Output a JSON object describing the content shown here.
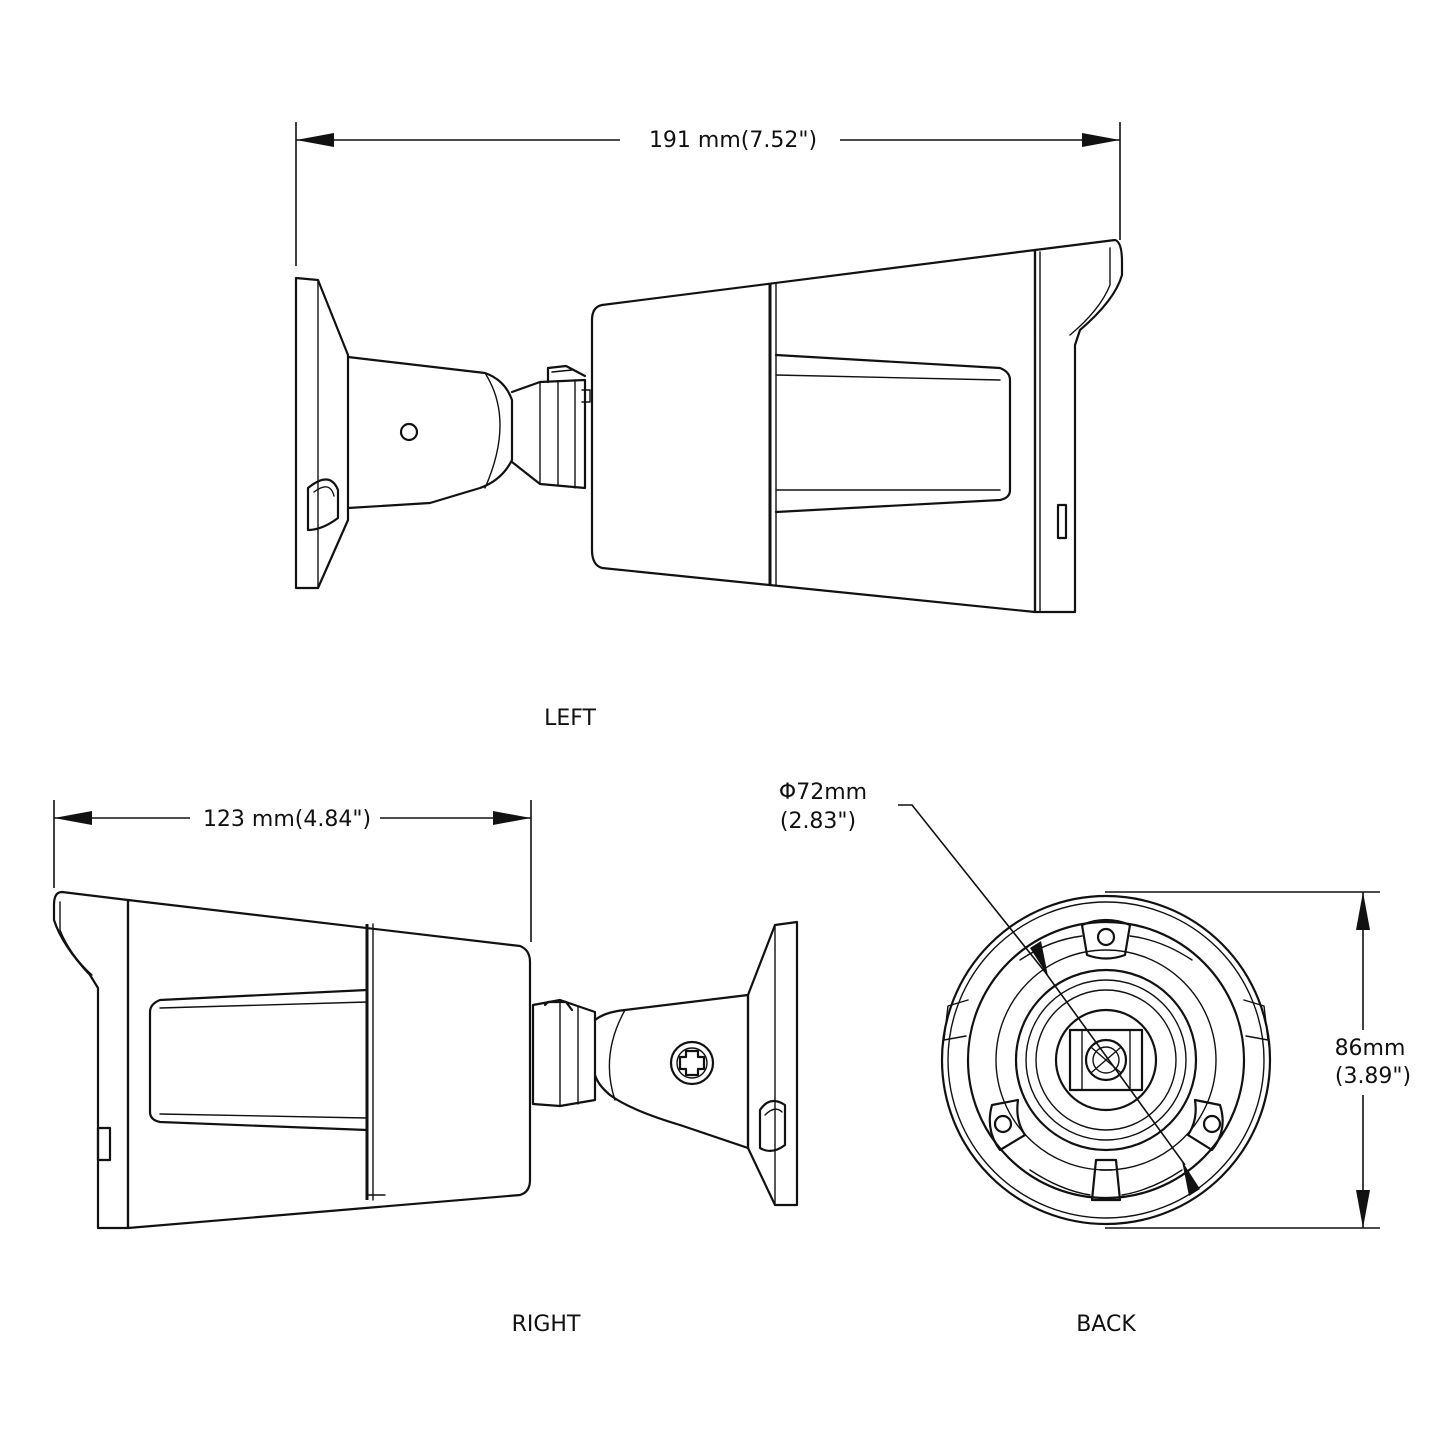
{
  "views": {
    "left": {
      "label": "LEFT"
    },
    "right": {
      "label": "RIGHT"
    },
    "back": {
      "label": "BACK"
    }
  },
  "dimensions": {
    "overall_length": "191 mm(7.52\")",
    "length_without_sunshield": "123 mm(4.84\")",
    "diameter_mm": "Φ72mm",
    "diameter_in": "(2.83\")",
    "height_mm": "86mm",
    "height_in": "(3.89\")"
  },
  "line_color": "#111111",
  "background_color": "#ffffff"
}
